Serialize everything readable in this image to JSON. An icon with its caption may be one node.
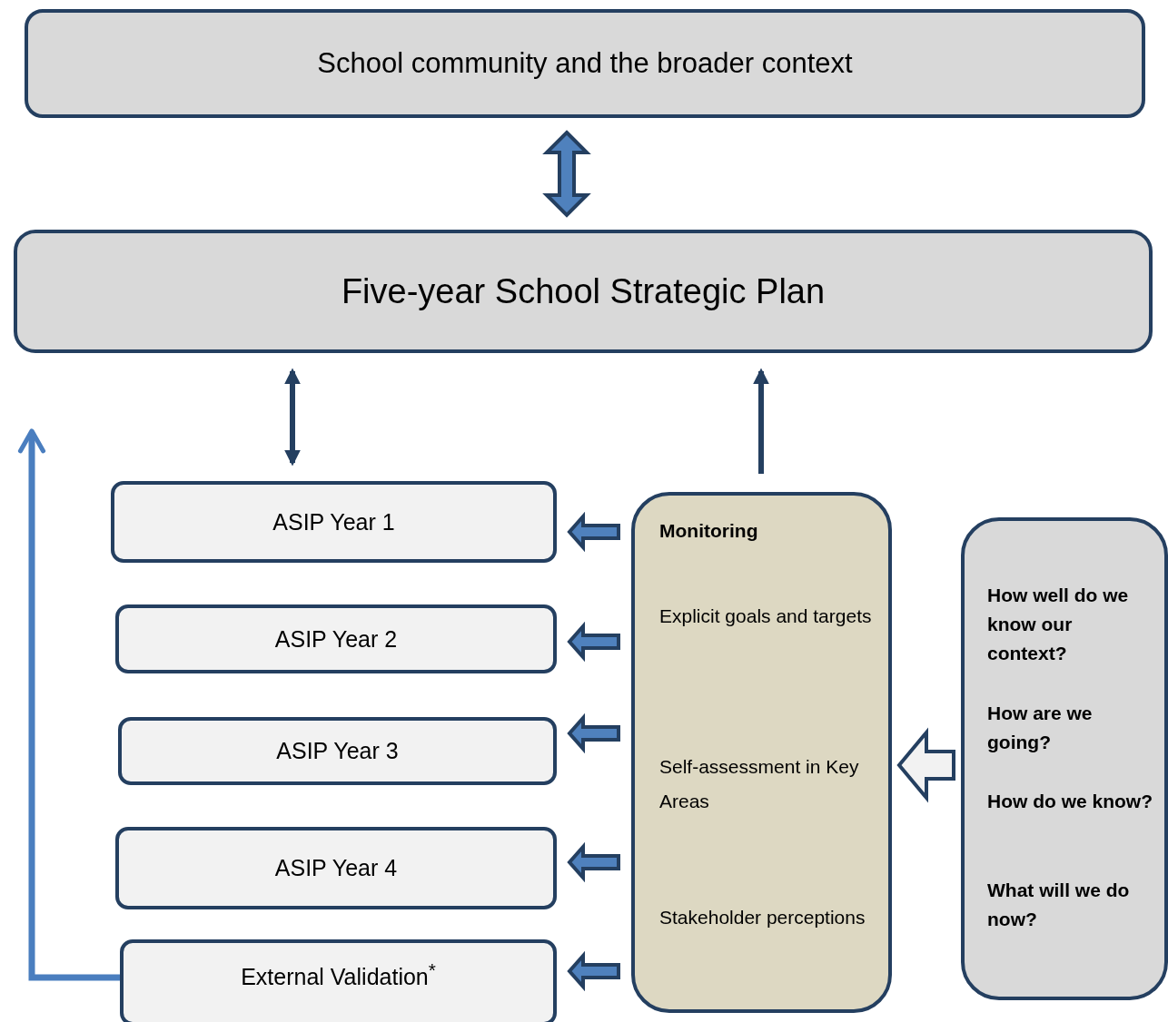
{
  "diagram": {
    "nodes": [
      {
        "text": [
          "School community and the broader context"
        ]
      },
      {
        "text": [
          "Five-year School Strategic Plan"
        ]
      },
      {
        "text": [
          "ASIP Year 1"
        ]
      },
      {
        "text": [
          "ASIP Year 2"
        ]
      },
      {
        "text": [
          "ASIP Year 3"
        ]
      },
      {
        "text": [
          "ASIP Year 4"
        ]
      },
      {
        "text": [
          "External Validation$^{*}$"
        ]
      },
      {
        "text": [
          "Monitoring",
          "Explicit goals and targets",
          "Self-assessment in Key Areas",
          "Stakeholder perceptions"
        ]
      },
      {
        "text": [
          "How well do we know our context?",
          "How are we going?",
          "How do we know?",
          "What will we do now?"
        ]
      }
    ],
    "edges": [
      {
        "from": 0,
        "to": 1,
        "arrow": "both",
        "style": "thick"
      },
      {
        "from": 2,
        "to": 1,
        "arrow": "both",
        "color": "#243f60"
      },
      {
        "from": 7,
        "to": 1,
        "arrow": "to",
        "color": "#243f60"
      },
      {
        "from": 7,
        "to": 2,
        "arrow": "to",
        "style": "thick"
      },
      {
        "from": 7,
        "to": 3,
        "arrow": "to",
        "style": "thick"
      },
      {
        "from": 7,
        "to": 4,
        "arrow": "to",
        "style": "thick"
      },
      {
        "from": 7,
        "to": 5,
        "arrow": "to",
        "style": "thick"
      },
      {
        "from": 7,
        "to": 6,
        "arrow": "to",
        "style": "thick"
      },
      {
        "from": 8,
        "to": 7,
        "arrow": "to",
        "style": "thick",
        "color": "#f2f2f2"
      },
      {
        "from": 6,
        "to": null,
        "arrow": "to",
        "color": "#4a7ebf"
      }
    ]
  }
}
